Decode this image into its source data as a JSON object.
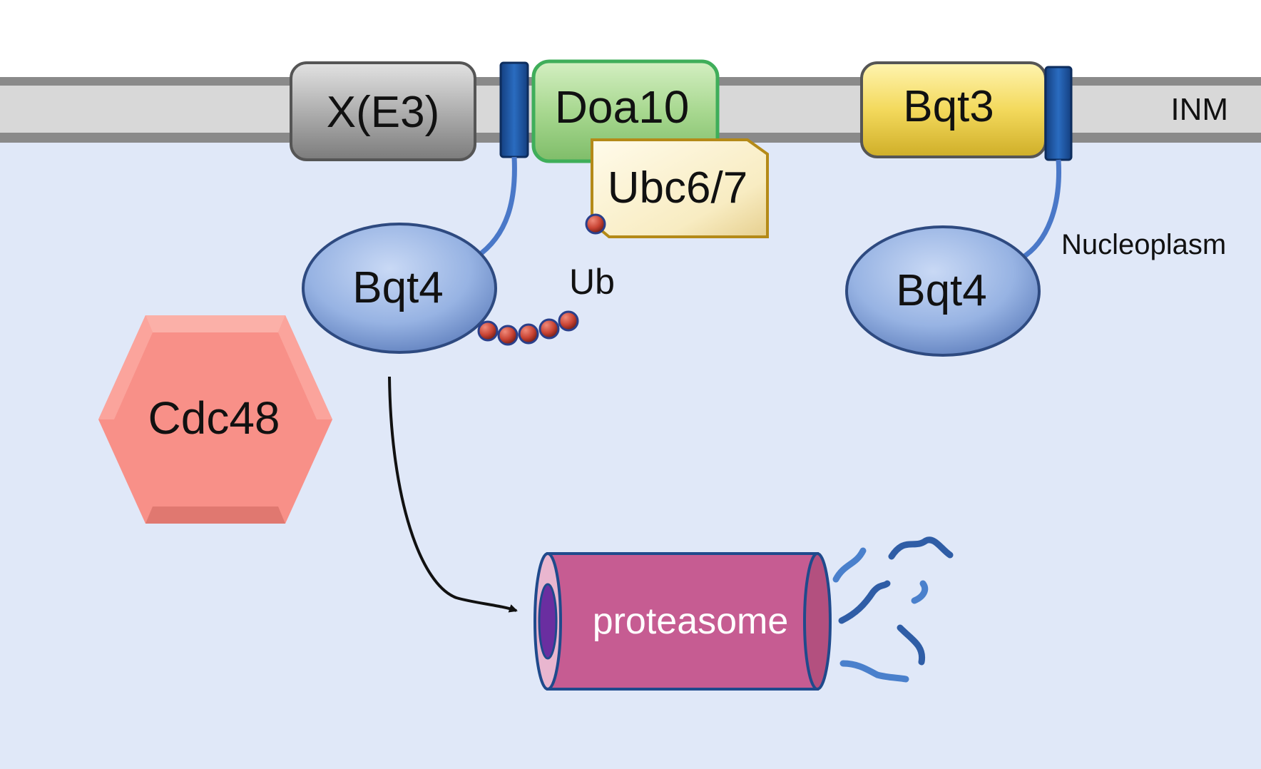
{
  "membrane": {
    "label": "INM"
  },
  "compartment": {
    "label": "Nucleoplasm"
  },
  "proteins": {
    "x_e3": "X(E3)",
    "doa10": "Doa10",
    "ubc": "Ubc6/7",
    "bqt3": "Bqt3",
    "bqt4_left": "Bqt4",
    "bqt4_right": "Bqt4",
    "cdc48": "Cdc48",
    "proteasome": "proteasome"
  },
  "ubiquitin": {
    "label": "Ub"
  },
  "colors": {
    "nucleoplasm": "#e0e8f8",
    "membrane": "#d8d8d8",
    "membrane_edge": "#8a8a8a",
    "x_e3": "#a8a8a8",
    "doa10": "#a8d890",
    "ubc": "#fbf1cc",
    "bqt3": "#f3d95c",
    "bqt4": "#97b3e3",
    "anchor": "#1f5aa6",
    "cdc48": "#f89088",
    "proteasome": "#c65c92",
    "ubiquitin": "#c94434",
    "peptide": "#3667b8"
  }
}
